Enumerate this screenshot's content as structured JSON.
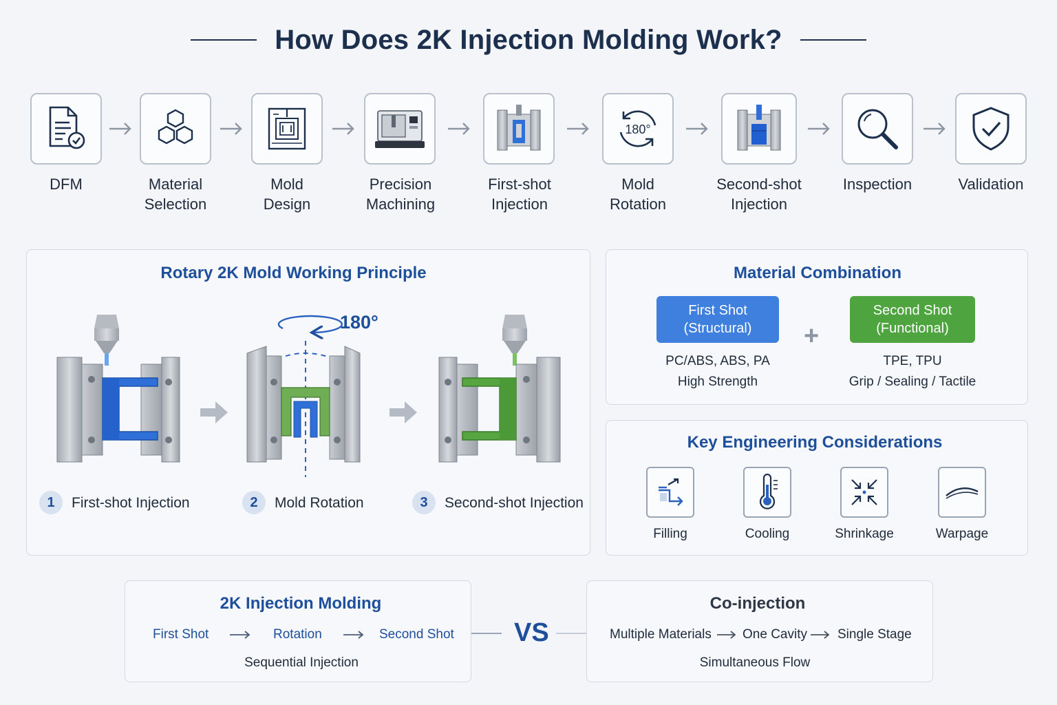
{
  "title": "How Does 2K Injection Molding Work?",
  "process": {
    "steps": [
      {
        "label": "DFM",
        "icon": "document-check-icon"
      },
      {
        "label": "Material Selection",
        "icon": "hexagon-cluster-icon"
      },
      {
        "label": "Mold Design",
        "icon": "mold-blueprint-icon"
      },
      {
        "label": "Precision Machining",
        "icon": "cnc-machine-icon"
      },
      {
        "label": "First-shot Injection",
        "icon": "first-shot-mold-icon"
      },
      {
        "label": "Mold Rotation",
        "icon": "rotation-180-icon",
        "icon_text": "180°"
      },
      {
        "label": "Second-shot Injection",
        "icon": "second-shot-mold-icon"
      },
      {
        "label": "Inspection",
        "icon": "magnifier-icon"
      },
      {
        "label": "Validation",
        "icon": "shield-check-icon"
      }
    ]
  },
  "rotary": {
    "title": "Rotary 2K Mold Working Principle",
    "rotation_label": "180°",
    "stages": [
      {
        "number": "1",
        "label": "First-shot Injection"
      },
      {
        "number": "2",
        "label": "Mold Rotation"
      },
      {
        "number": "3",
        "label": "Second-shot Injection"
      }
    ]
  },
  "material": {
    "title": "Material Combination",
    "first_shot": {
      "line1": "First Shot",
      "line2": "(Structural)",
      "materials": "PC/ABS, ABS, PA",
      "property": "High Strength"
    },
    "plus": "+",
    "second_shot": {
      "line1": "Second Shot",
      "line2": "(Functional)",
      "materials": "TPE, TPU",
      "property": "Grip / Sealing / Tactile"
    }
  },
  "considerations": {
    "title": "Key Engineering Considerations",
    "items": [
      {
        "label": "Filling",
        "icon": "filling-icon"
      },
      {
        "label": "Cooling",
        "icon": "thermometer-icon"
      },
      {
        "label": "Shrinkage",
        "icon": "shrink-arrows-icon"
      },
      {
        "label": "Warpage",
        "icon": "warpage-curve-icon"
      }
    ]
  },
  "comparison": {
    "left": {
      "title": "2K Injection Molding",
      "flow": [
        "First Shot",
        "Rotation",
        "Second Shot"
      ],
      "subtitle": "Sequential Injection"
    },
    "vs": "VS",
    "right": {
      "title": "Co-injection",
      "flow": [
        "Multiple Materials",
        "One Cavity",
        "Single Stage"
      ],
      "subtitle": "Simultaneous Flow"
    }
  },
  "colors": {
    "navy": "#1c2f4c",
    "accent_blue": "#1e4f9a",
    "shot_blue": "#3f7fdd",
    "shot_green": "#4ea43f",
    "panel_bg": "#f6f8fb"
  }
}
